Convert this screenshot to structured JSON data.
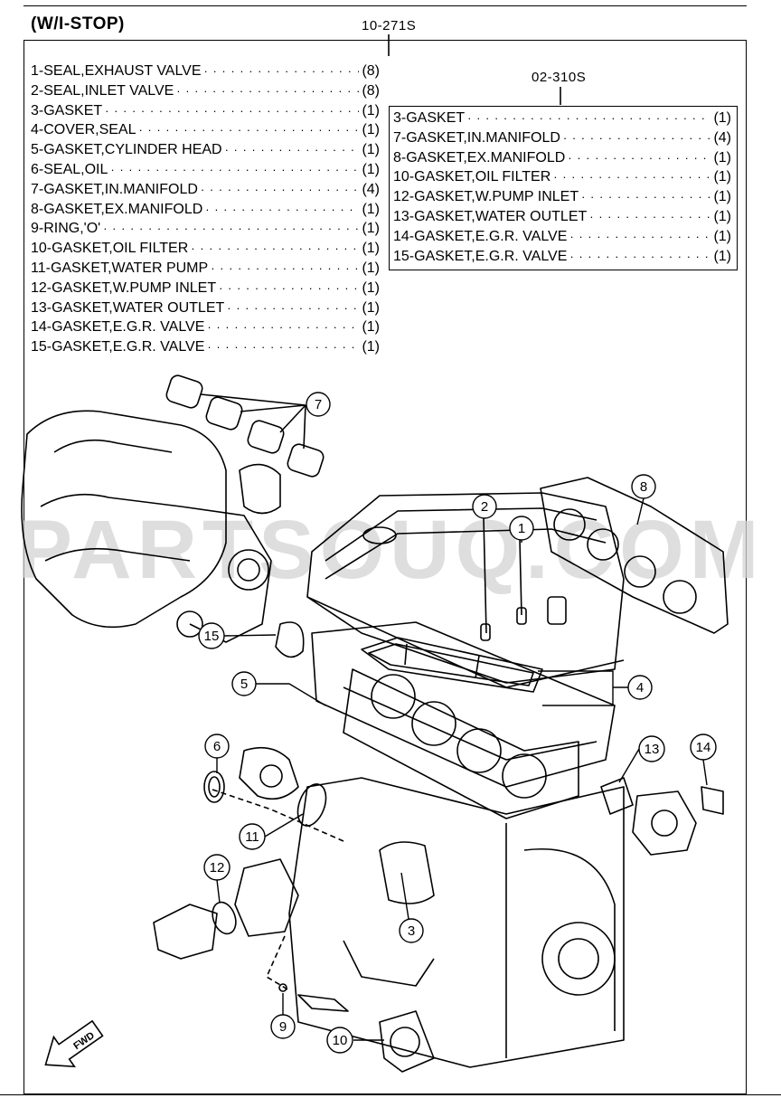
{
  "heading": "(W/I-STOP)",
  "main_kit": {
    "code": "10-271S",
    "items": [
      {
        "name": "1-SEAL,EXHAUST VALVE",
        "qty": "(8)"
      },
      {
        "name": "2-SEAL,INLET VALVE",
        "qty": "(8)"
      },
      {
        "name": "3-GASKET",
        "qty": "(1)"
      },
      {
        "name": "4-COVER,SEAL",
        "qty": "(1)"
      },
      {
        "name": "5-GASKET,CYLINDER HEAD",
        "qty": "(1)"
      },
      {
        "name": "6-SEAL,OIL",
        "qty": "(1)"
      },
      {
        "name": "7-GASKET,IN.MANIFOLD",
        "qty": "(4)"
      },
      {
        "name": "8-GASKET,EX.MANIFOLD",
        "qty": "(1)"
      },
      {
        "name": "9-RING,'O'",
        "qty": "(1)"
      },
      {
        "name": "10-GASKET,OIL FILTER",
        "qty": "(1)"
      },
      {
        "name": "11-GASKET,WATER PUMP",
        "qty": "(1)"
      },
      {
        "name": "12-GASKET,W.PUMP INLET",
        "qty": "(1)"
      },
      {
        "name": "13-GASKET,WATER OUTLET",
        "qty": "(1)"
      },
      {
        "name": "14-GASKET,E.G.R. VALVE",
        "qty": "(1)"
      },
      {
        "name": "15-GASKET,E.G.R. VALVE",
        "qty": "(1)"
      }
    ]
  },
  "sub_kit": {
    "code": "02-310S",
    "items": [
      {
        "name": "3-GASKET",
        "qty": "(1)"
      },
      {
        "name": "7-GASKET,IN.MANIFOLD",
        "qty": "(4)"
      },
      {
        "name": "8-GASKET,EX.MANIFOLD",
        "qty": "(1)"
      },
      {
        "name": "10-GASKET,OIL FILTER",
        "qty": "(1)"
      },
      {
        "name": "12-GASKET,W.PUMP INLET",
        "qty": "(1)"
      },
      {
        "name": "13-GASKET,WATER OUTLET",
        "qty": "(1)"
      },
      {
        "name": "14-GASKET,E.G.R. VALVE",
        "qty": "(1)"
      },
      {
        "name": "15-GASKET,E.G.R. VALVE",
        "qty": "(1)"
      }
    ]
  },
  "callouts": [
    "1",
    "2",
    "3",
    "4",
    "5",
    "6",
    "7",
    "8",
    "9",
    "10",
    "11",
    "12",
    "13",
    "14",
    "15"
  ],
  "fwd_label": "FWD",
  "watermark": "PARTSOUQ.COM"
}
